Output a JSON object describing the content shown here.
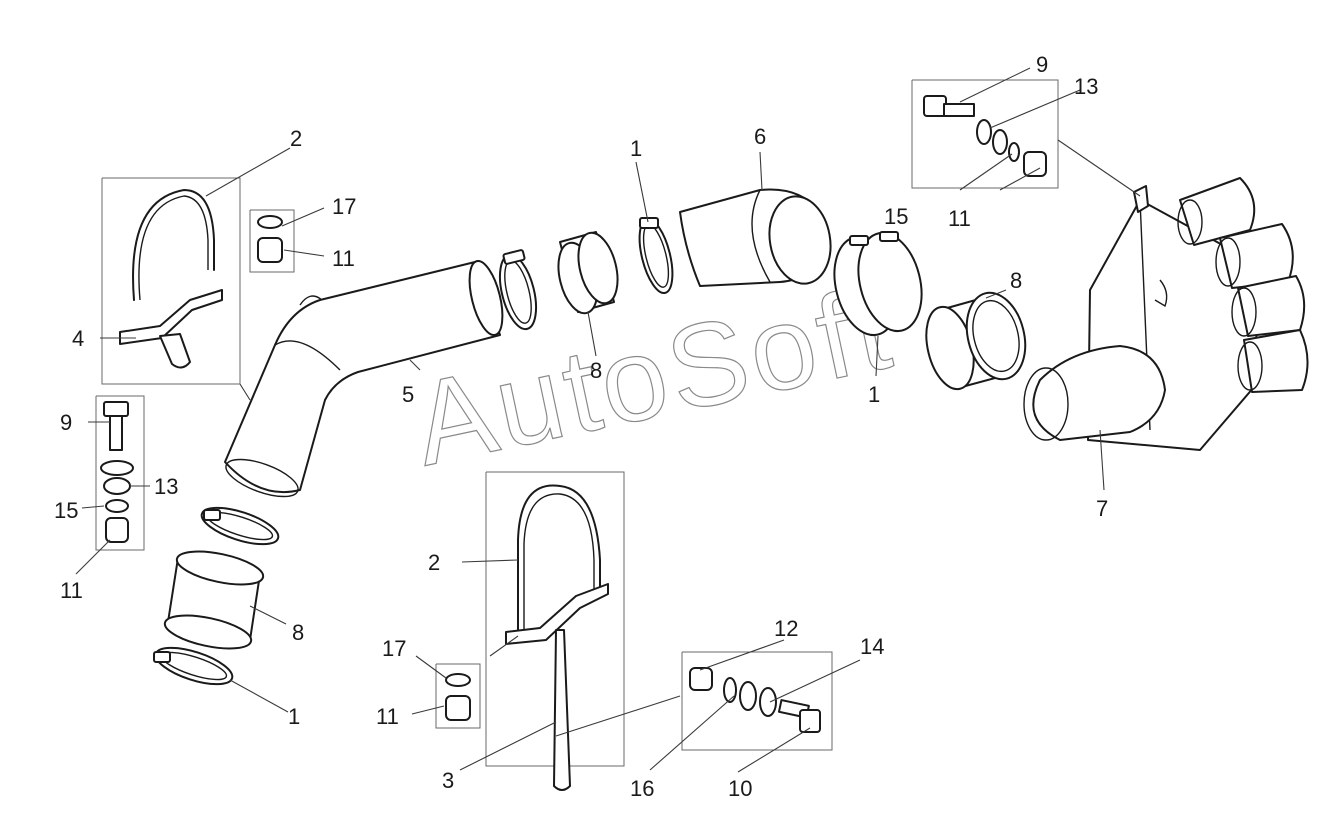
{
  "watermark": {
    "text": "AutoSoft",
    "color": "#8a8a8a"
  },
  "colors": {
    "line": "#1a1a1a",
    "leader": "#3a3a3a",
    "background": "#ffffff"
  },
  "labels": {
    "n9a": "9",
    "n13a": "13",
    "n15a": "15",
    "n11a": "11",
    "n2a": "2",
    "n17a": "17",
    "n11b": "11",
    "n4": "4",
    "n9b": "9",
    "n13b": "13",
    "n15b": "15",
    "n11c": "11",
    "n1a": "1",
    "n6": "6",
    "n5": "5",
    "n8a": "8",
    "n8b": "8",
    "n1b": "1",
    "n7": "7",
    "n8c": "8",
    "n1c": "1",
    "n2b": "2",
    "n17b": "17",
    "n11d": "11",
    "n3": "3",
    "n12": "12",
    "n14": "14",
    "n16": "16",
    "n10": "10"
  }
}
